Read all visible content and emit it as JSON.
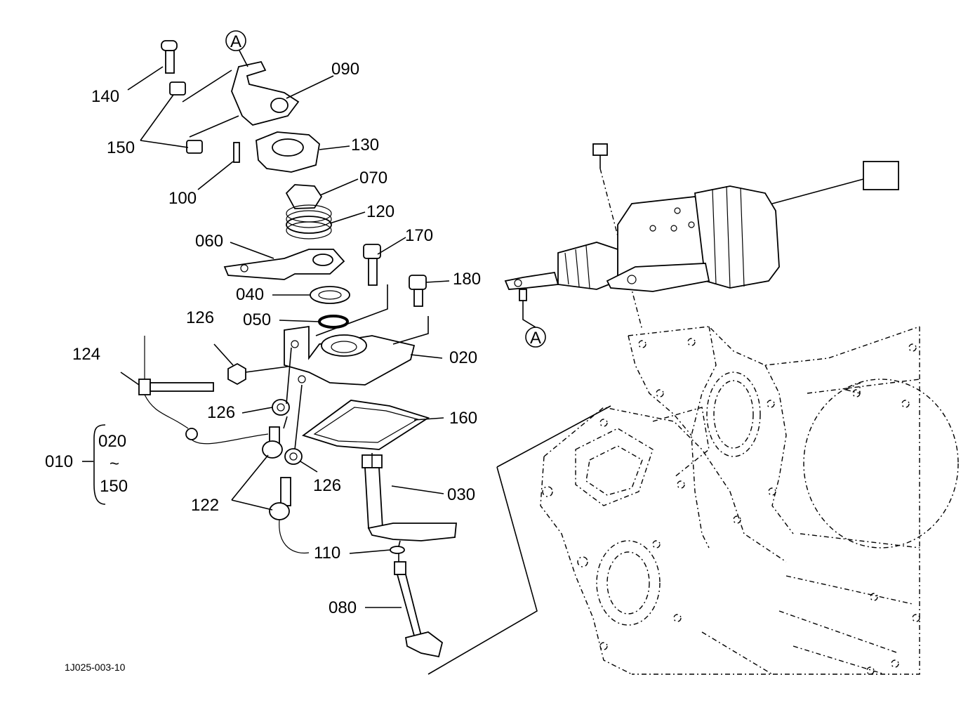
{
  "diagram": {
    "ref_a": "A",
    "ref_b": "A",
    "labels": {
      "p140": "140",
      "p150": "150",
      "p100": "100",
      "p090": "090",
      "p130": "130",
      "p070": "070",
      "p120": "120",
      "p060": "060",
      "p170": "170",
      "p180": "180",
      "p040": "040",
      "p050": "050",
      "p126a": "126",
      "p124": "124",
      "p020": "020",
      "p126b": "126",
      "p160": "160",
      "p126c": "126",
      "p030": "030",
      "p122": "122",
      "p110": "110",
      "p080": "080"
    },
    "assembly": {
      "parent": "010",
      "from": "020",
      "tilde": "~",
      "to": "150"
    },
    "figure_code": "1J025-003-10"
  }
}
